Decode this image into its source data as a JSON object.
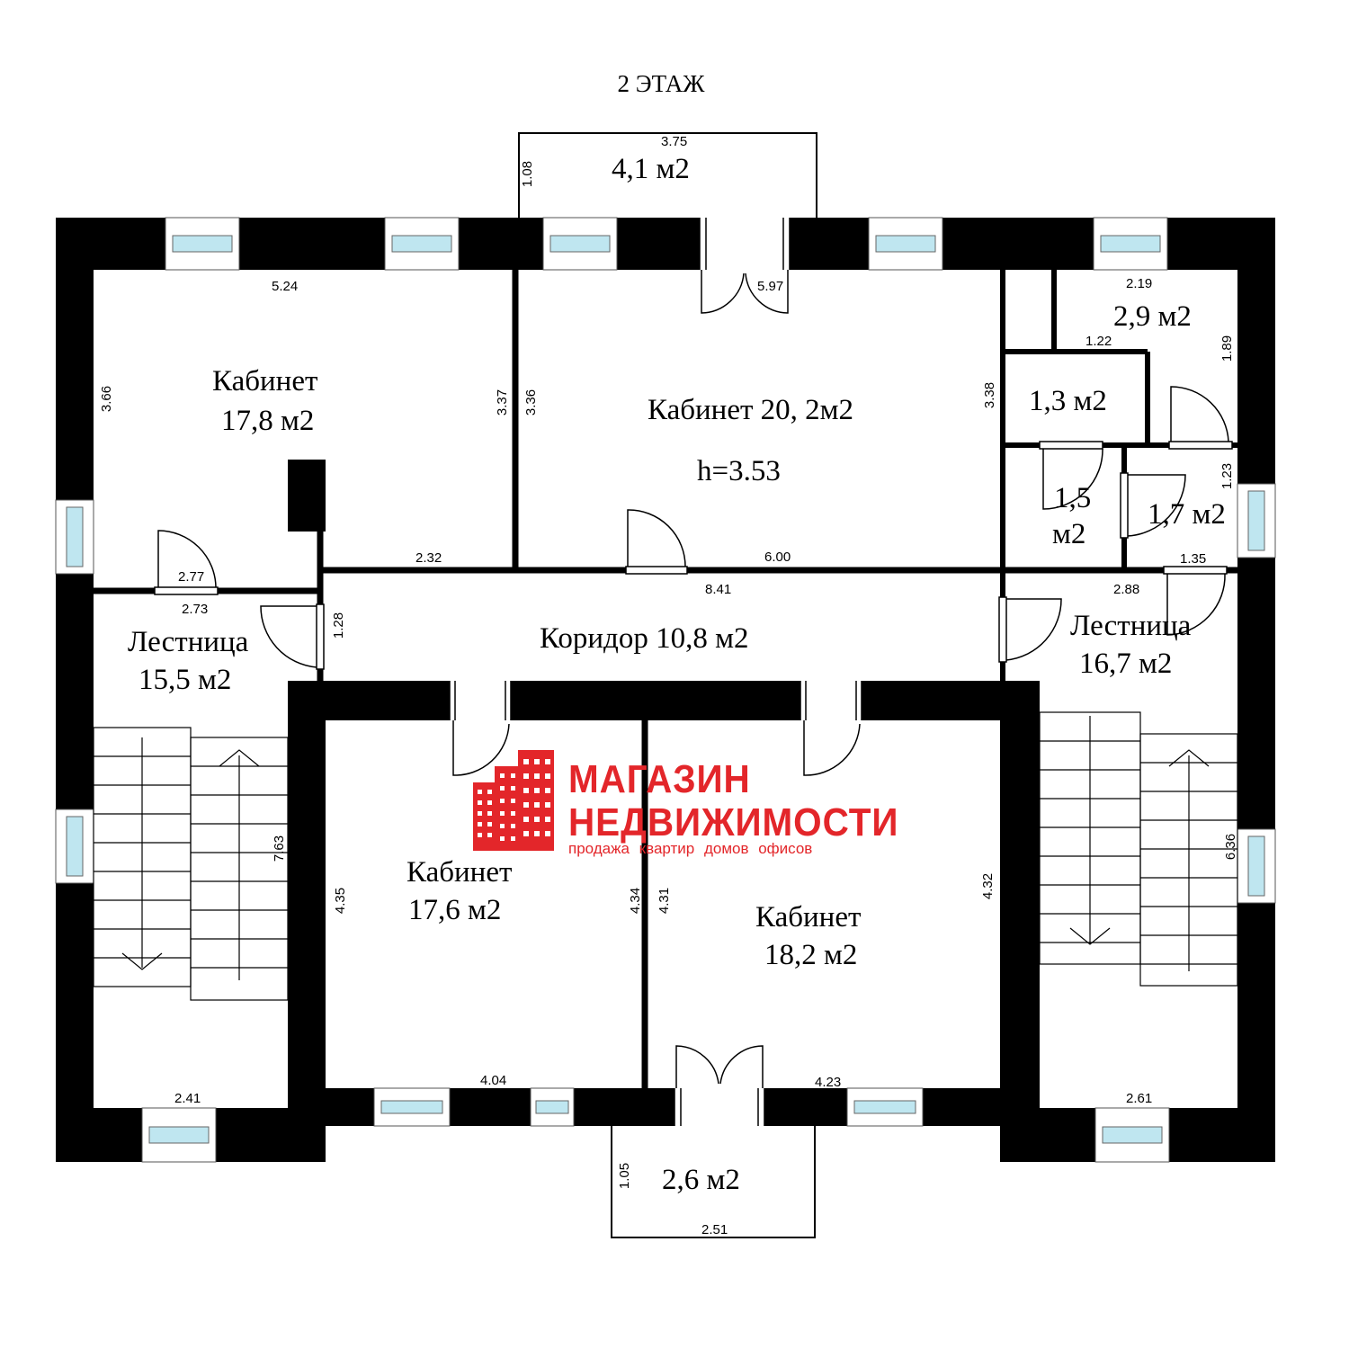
{
  "floor_title": "2 ЭТАЖ",
  "rooms": {
    "balcony_top": "4,1 м2",
    "office_nw_name": "Кабинет",
    "office_nw_area": "17,8 м2",
    "office_center": "Кабинет 20, 2м2",
    "ceiling_height": "h=3.53",
    "room_29": "2,9 м2",
    "room_13": "1,3 м2",
    "room_15_a": "1,5",
    "room_15_b": "м2",
    "room_17": "1,7 м2",
    "corridor": "Коридор 10,8 м2",
    "stair_left_name": "Лестница",
    "stair_left_area": "15,5 м2",
    "stair_right_name": "Лестница",
    "stair_right_area": "16,7 м2",
    "office_sw_name": "Кабинет",
    "office_sw_area": "17,6 м2",
    "office_se_name": "Кабинет",
    "office_se_area": "18,2 м2",
    "balcony_bottom": "2,6 м2"
  },
  "dims": {
    "d375": "3.75",
    "d108": "1.08",
    "d524": "5.24",
    "d597": "5.97",
    "d219": "2.19",
    "d366": "3.66",
    "d337": "3.37",
    "d336": "3.36",
    "d338": "3.38",
    "d122": "1.22",
    "d189": "1.89",
    "d123": "1.23",
    "d277": "2.77",
    "d273": "2.73",
    "d232": "2.32",
    "d600": "6.00",
    "d841": "8.41",
    "d135": "1.35",
    "d288": "2.88",
    "d128": "1.28",
    "d763": "7.63",
    "d435": "4.35",
    "d434": "4.34",
    "d431": "4.31",
    "d432": "4.32",
    "d636": "6.36",
    "d241": "2.41",
    "d404": "4.04",
    "d423": "4.23",
    "d261": "2.61",
    "d105": "1.05",
    "d251": "2.51"
  },
  "logo": {
    "line1": "МАГАЗИН",
    "line2": "НЕДВИЖИМОСТИ",
    "line3": "продажа квартир домов офисов",
    "color": "#e3262a"
  }
}
